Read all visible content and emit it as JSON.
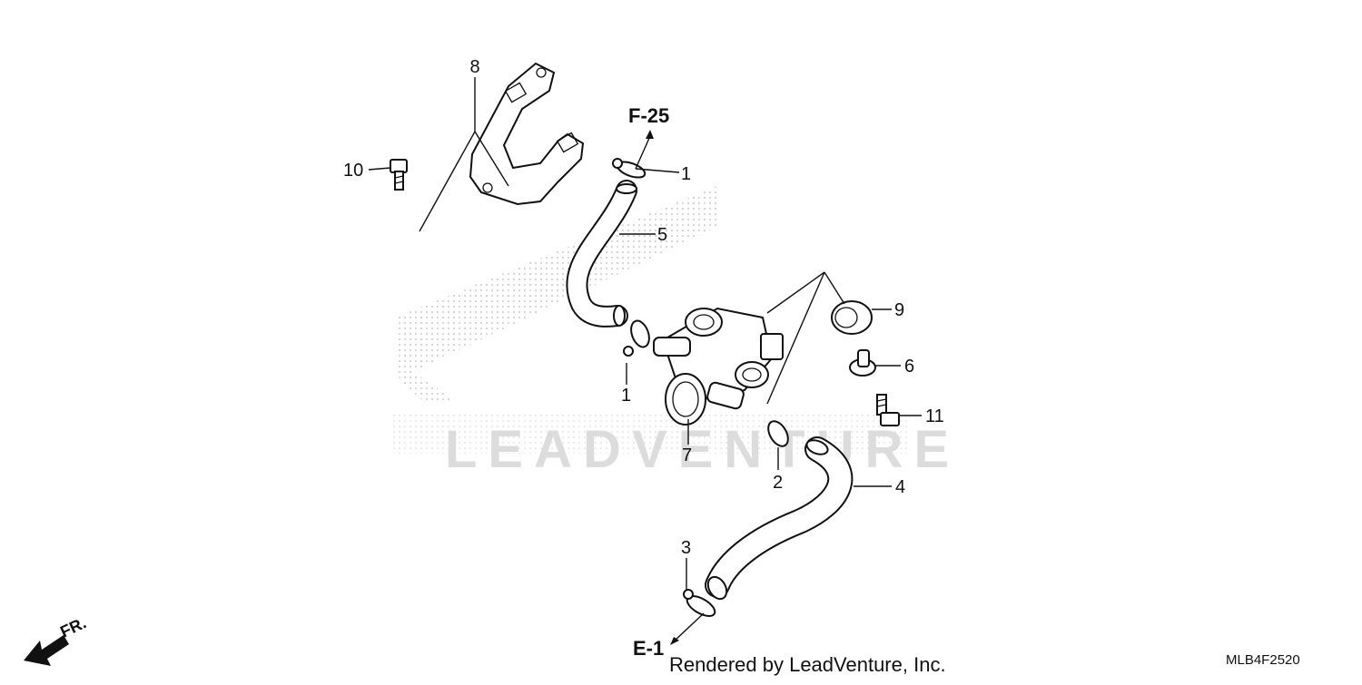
{
  "diagram": {
    "watermark": "LEADVENTURE",
    "references": {
      "top": "F-25",
      "bottom": "E-1",
      "direction": "FR."
    },
    "callouts": {
      "c8": "8",
      "c10": "10",
      "c1_top": "1",
      "c5": "5",
      "c9": "9",
      "c1_mid": "1",
      "c6": "6",
      "c11": "11",
      "c7": "7",
      "c2": "2",
      "c4": "4",
      "c3": "3"
    },
    "footer": {
      "credit": "Rendered by LeadVenture, Inc.",
      "code": "MLB4F2520"
    }
  }
}
